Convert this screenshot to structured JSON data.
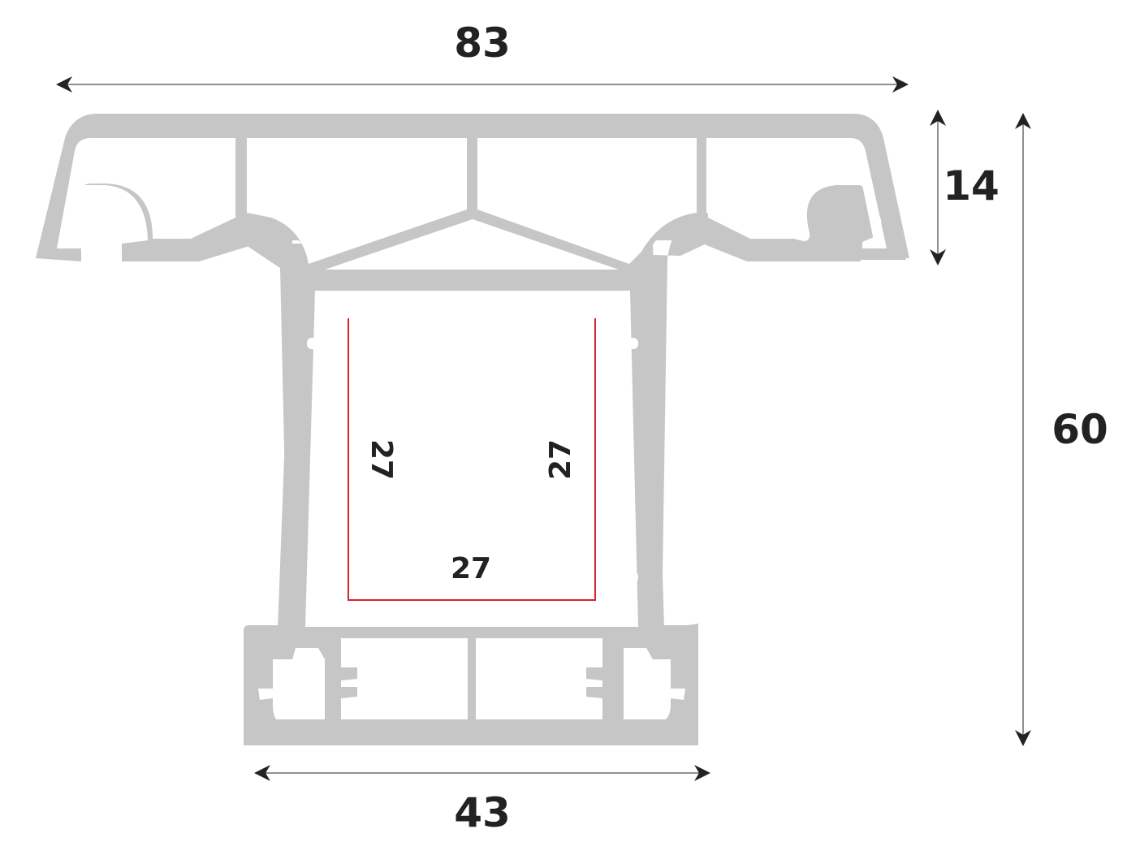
{
  "colors": {
    "profile": "#c6c6c6",
    "hole": "#ffffff",
    "dimension": "#222222",
    "inner_line": "#d8232a"
  },
  "dimensions": {
    "top_width": "83",
    "bottom_width": "43",
    "top_height": "14",
    "total_height": "60",
    "inner_left": "27",
    "inner_right": "27",
    "inner_bottom": "27"
  }
}
